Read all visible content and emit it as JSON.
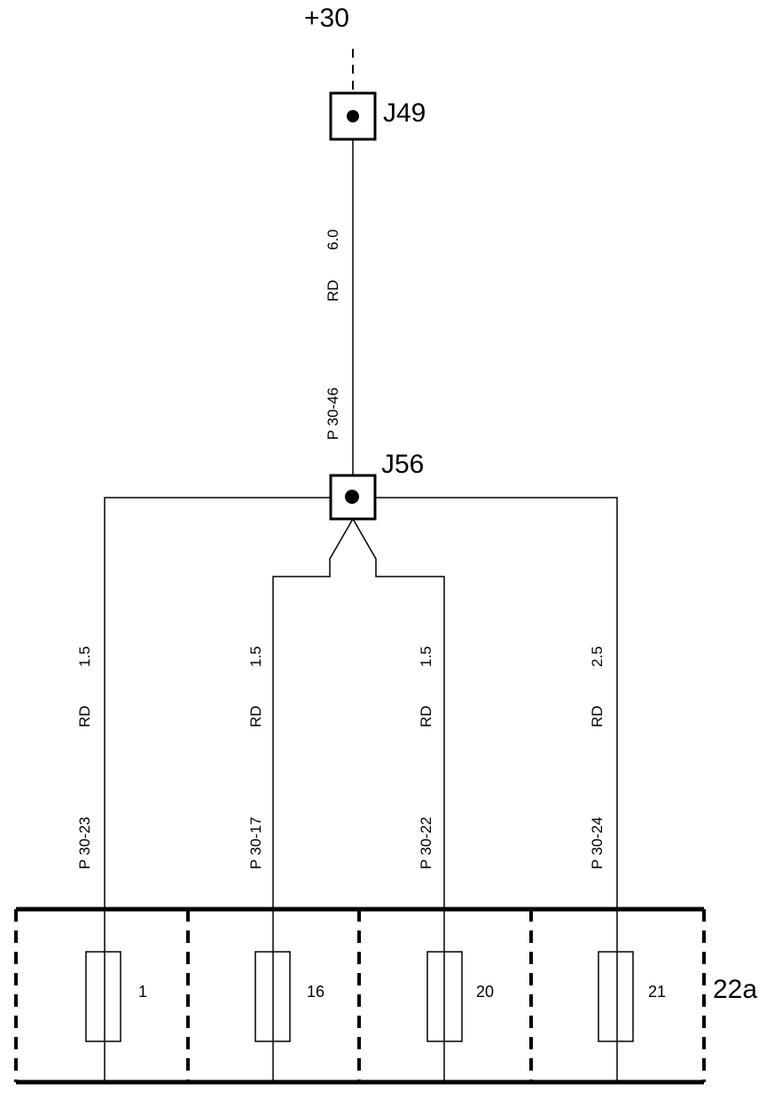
{
  "supply": {
    "label": "+30"
  },
  "junctions": [
    {
      "label": "J49"
    },
    {
      "label": "J56"
    }
  ],
  "main_wire": {
    "size": "6.0",
    "color": "RD",
    "id": "P 30-46"
  },
  "branch_wires": [
    {
      "size": "1.5",
      "color": "RD",
      "id": "P 30-23"
    },
    {
      "size": "1.5",
      "color": "RD",
      "id": "P 30-17"
    },
    {
      "size": "1.5",
      "color": "RD",
      "id": "P 30-22"
    },
    {
      "size": "2.5",
      "color": "RD",
      "id": "P 30-24"
    }
  ],
  "fuse_box": {
    "label": "22a",
    "fuses": [
      {
        "number": "1"
      },
      {
        "number": "16"
      },
      {
        "number": "20"
      },
      {
        "number": "21"
      }
    ]
  }
}
